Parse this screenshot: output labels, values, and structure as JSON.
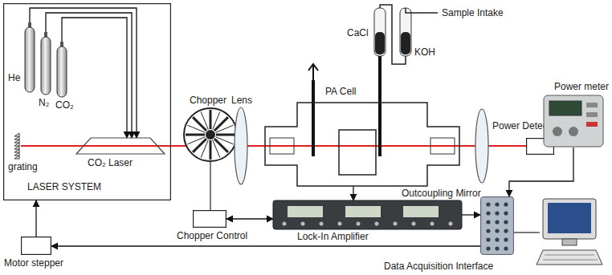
{
  "diagram": {
    "nodes": [
      {
        "text": [
          "LASER SYSTEM"
        ]
      },
      {
        "text": [
          "He"
        ],
        "in": 0
      },
      {
        "text": [
          "N₂"
        ],
        "in": 0
      },
      {
        "text": [
          "CO₂"
        ],
        "in": 0
      },
      {
        "text": [
          "CO₂ Laser"
        ],
        "in": 0
      },
      {
        "text": [
          "PA Cell"
        ]
      },
      {
        "text": [
          "Power Detector"
        ]
      },
      {
        "text": [
          "Power meter"
        ]
      },
      {
        "text": [
          "Chopper Control"
        ]
      },
      {
        "text": [
          "Lock-In Amplifier"
        ]
      },
      {
        "text": [
          "Data Acquisition Interface"
        ]
      },
      {
        "text": [
          "Motor stepper"
        ]
      }
    ],
    "edges": [
      {
        "from": 1,
        "to": 4,
        "arrow": "to"
      },
      {
        "from": 2,
        "to": 4,
        "arrow": "to"
      },
      {
        "from": 3,
        "to": 4,
        "arrow": "to"
      },
      {
        "from": 8,
        "to": 9,
        "arrow": "both"
      },
      {
        "from": 5,
        "to": 9,
        "arrow": "to"
      },
      {
        "from": 9,
        "to": 10,
        "arrow": "to"
      },
      {
        "from": 7,
        "to": 10,
        "arrow": "to"
      },
      {
        "from": 10,
        "to": 11,
        "arrow": "to"
      },
      {
        "from": 11,
        "to": 0,
        "arrow": "to"
      }
    ],
    "labels": [
      "grating",
      "Chopper",
      "Lens",
      "CaCl",
      "KOH",
      "Sample Intake",
      "Outcoupling Mirror"
    ]
  }
}
